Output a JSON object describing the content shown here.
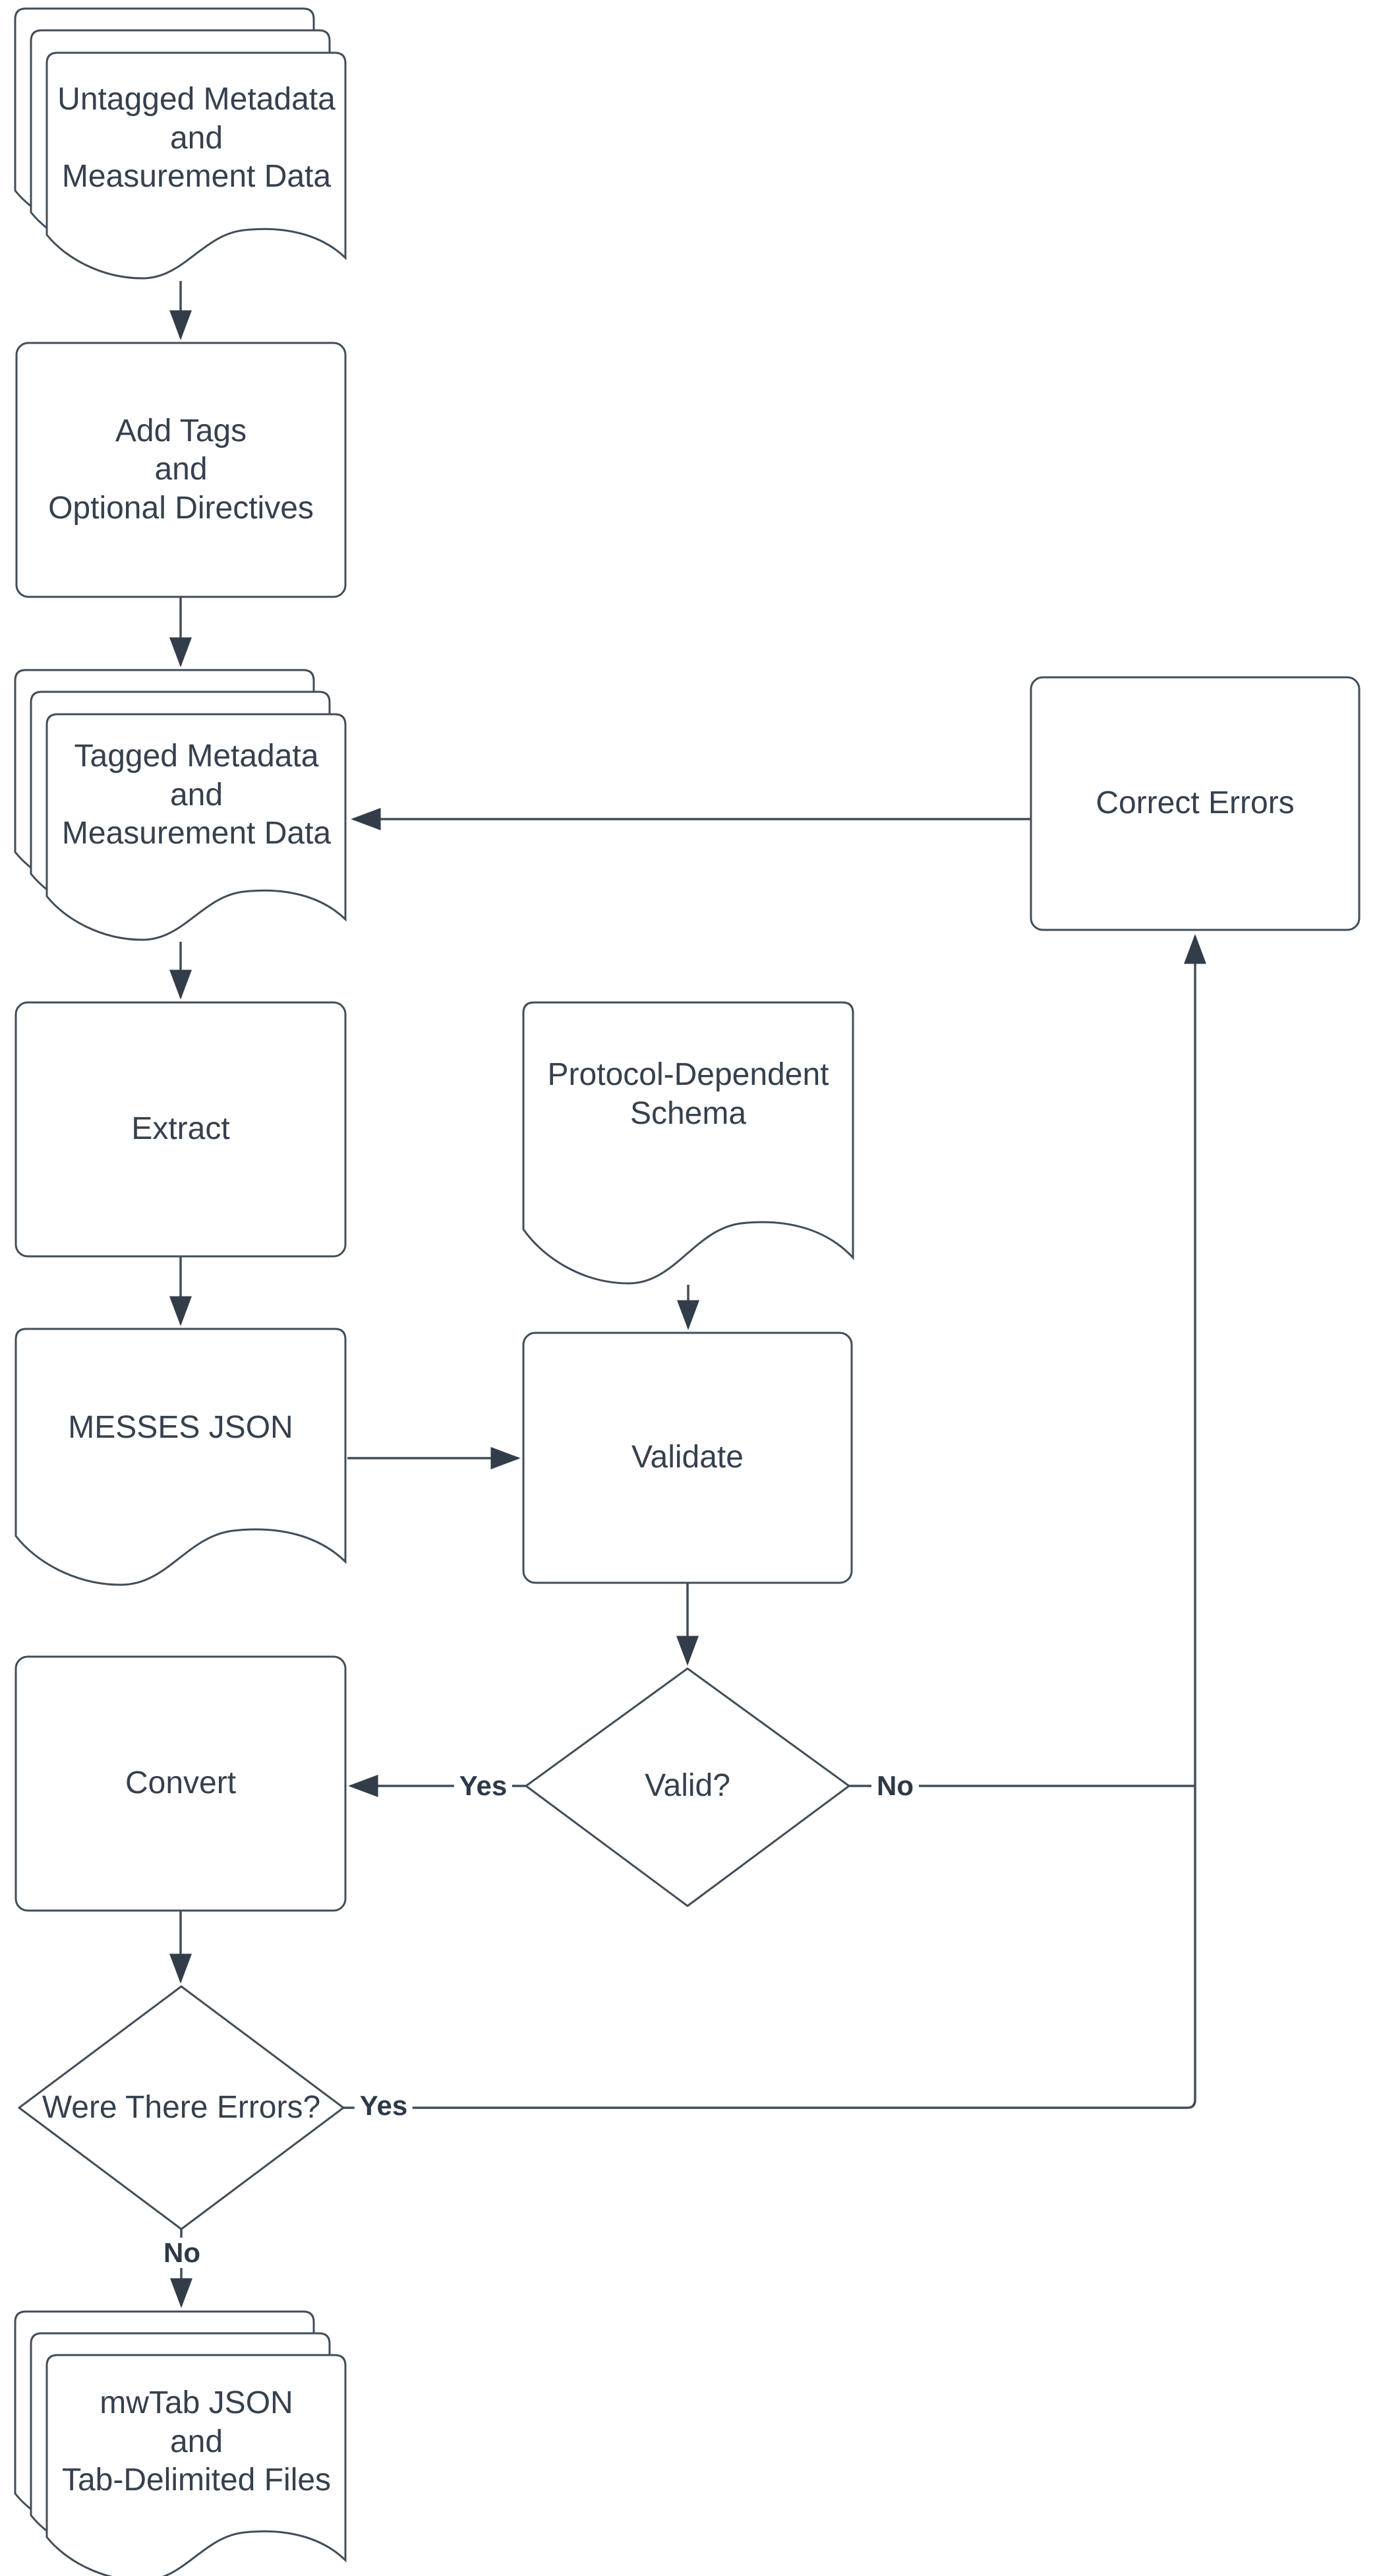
{
  "diagram": {
    "kind": "flowchart",
    "colors": {
      "background": "#ffffff",
      "shape_fill": "#ffffff",
      "stroke": "#414d59",
      "text": "#36404d",
      "edge_label_text": "#2e3947",
      "arrow": "#333d49"
    },
    "nodes": {
      "untagged_data": {
        "shape": "document-stack",
        "label": "Untagged Metadata\nand\nMeasurement Data"
      },
      "add_tags": {
        "shape": "process",
        "label": "Add Tags\nand\nOptional Directives"
      },
      "tagged_data": {
        "shape": "document-stack",
        "label": "Tagged Metadata\nand\nMeasurement Data"
      },
      "correct_errors": {
        "shape": "process",
        "label": "Correct Errors"
      },
      "extract": {
        "shape": "process",
        "label": "Extract"
      },
      "protocol_schema": {
        "shape": "document",
        "label": "Protocol-Dependent\nSchema"
      },
      "messes_json": {
        "shape": "document",
        "label": "MESSES JSON"
      },
      "validate": {
        "shape": "process",
        "label": "Validate"
      },
      "valid": {
        "shape": "decision",
        "label": "Valid?"
      },
      "convert": {
        "shape": "process",
        "label": "Convert"
      },
      "were_there_errors": {
        "shape": "decision",
        "label": "Were There Errors?"
      },
      "mwtab_output": {
        "shape": "document-stack",
        "label": "mwTab JSON\nand\nTab-Delimited Files"
      }
    },
    "edge_labels": {
      "valid_yes": "Yes",
      "valid_no": "No",
      "errors_yes": "Yes",
      "errors_no": "No"
    }
  }
}
